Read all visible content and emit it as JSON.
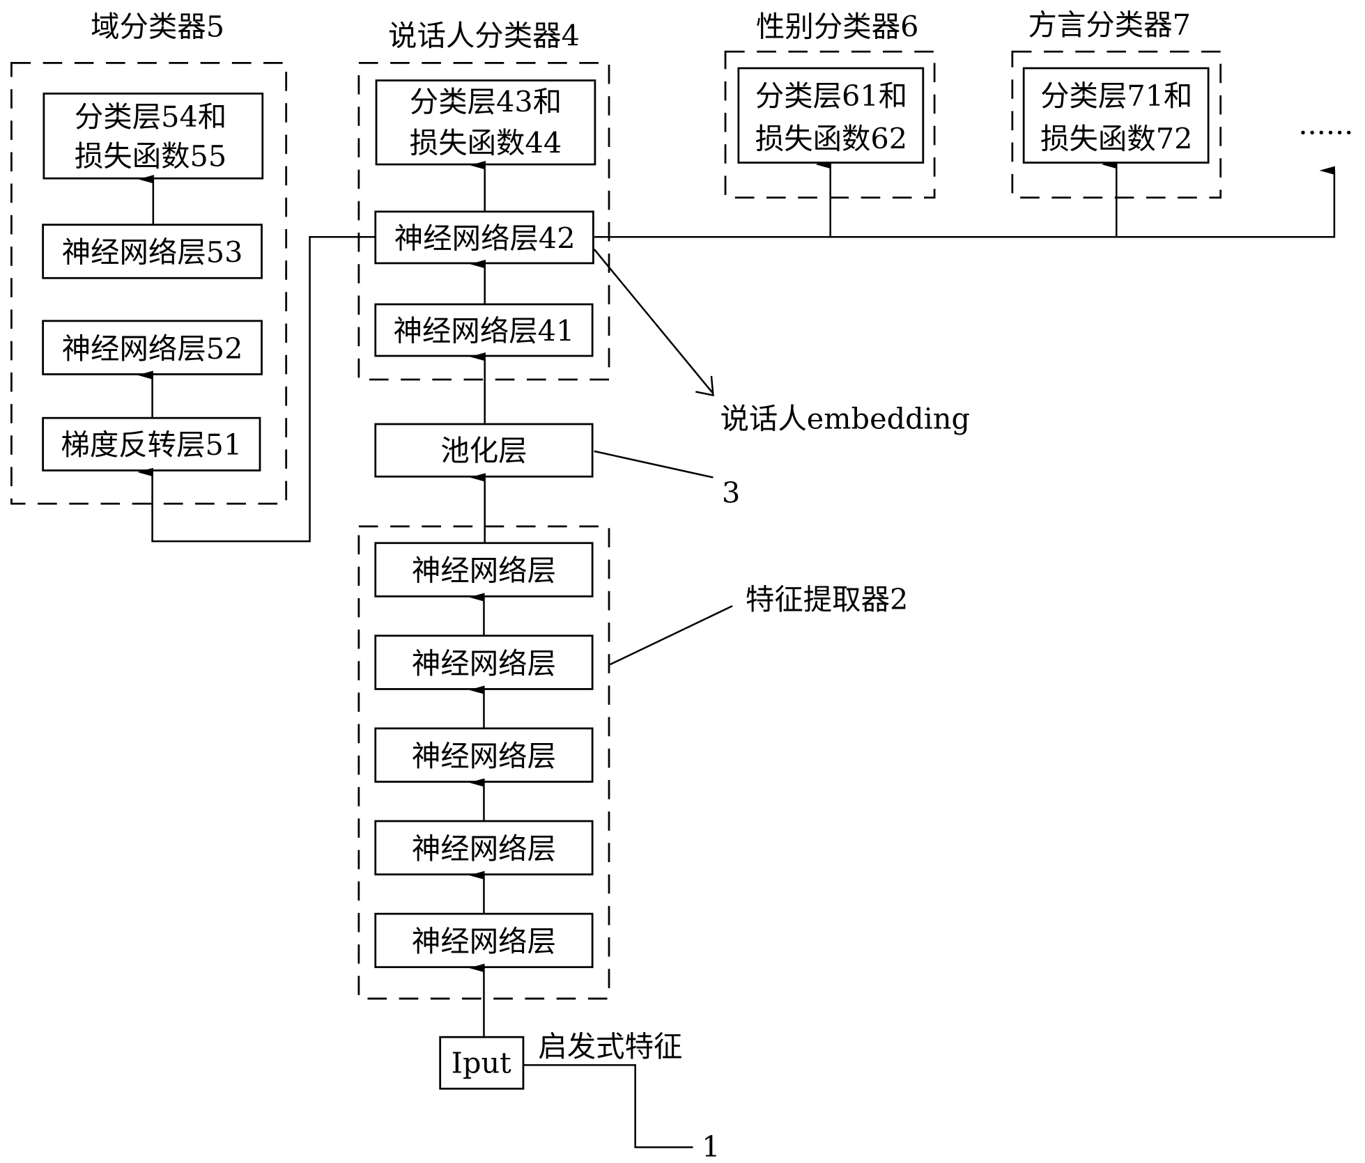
{
  "groups": {
    "domain": "域分类器5",
    "speaker": "说话人分类器4",
    "gender": "性别分类器6",
    "dialect": "方言分类器7"
  },
  "domain_boxes": {
    "b54_l1": "分类层54和",
    "b54_l2": "损失函数55",
    "b53": "神经网络层53",
    "b52": "神经网络层52",
    "b51": "梯度反转层51"
  },
  "speaker_boxes": {
    "b43_l1": "分类层43和",
    "b43_l2": "损失函数44",
    "b42": "神经网络层42",
    "b41": "神经网络层41"
  },
  "gender_box": {
    "l1": "分类层61和",
    "l2": "损失函数62"
  },
  "dialect_box": {
    "l1": "分类层71和",
    "l2": "损失函数72"
  },
  "ellipsis": "······",
  "embedding_label": "说话人embedding",
  "pooling": {
    "label": "池化层",
    "ref": "3"
  },
  "feature_extractor": {
    "label": "特征提取器2",
    "layers": [
      "神经网络层",
      "神经网络层",
      "神经网络层",
      "神经网络层",
      "神经网络层"
    ]
  },
  "input": {
    "label": "Iput",
    "annotation": "启发式特征",
    "ref": "1"
  }
}
